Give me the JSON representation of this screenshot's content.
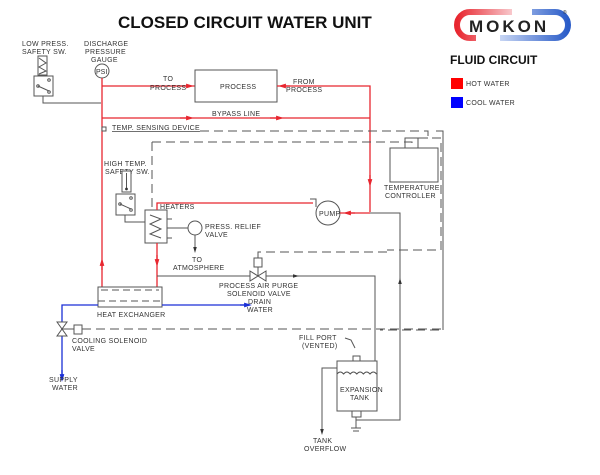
{
  "title": "CLOSED CIRCUIT WATER UNIT",
  "logo": {
    "text": "MOKON",
    "registered": "®",
    "colors": {
      "left": "#e8262f",
      "right": "#2a5cc8"
    }
  },
  "legend": {
    "title": "FLUID CIRCUIT",
    "items": [
      {
        "label": "HOT WATER",
        "color": "#ff0000"
      },
      {
        "label": "COOL WATER",
        "color": "#0000ff"
      }
    ]
  },
  "components": {
    "low_press_switch": [
      "LOW PRESS.",
      "SAFETY SW."
    ],
    "discharge_gauge": [
      "DISCHARGE",
      "PRESSURE",
      "GAUGE"
    ],
    "gauge_symbol": "PSI",
    "process": "PROCESS",
    "to_process": [
      "TO",
      "PROCESS"
    ],
    "from_process": [
      "FROM",
      "PROCESS"
    ],
    "bypass_line": "BYPASS LINE",
    "temp_sensing": "TEMP. SENSING DEVICE",
    "high_temp_switch": [
      "HIGH TEMP.",
      "SAFETY SW."
    ],
    "heaters": "HEATERS",
    "press_relief": [
      "PRESS. RELIEF",
      "VALVE"
    ],
    "to_atmosphere": [
      "TO",
      "ATMOSPHERE"
    ],
    "pump": "PUMP",
    "temp_controller": [
      "TEMPERATURE",
      "CONTROLLER"
    ],
    "air_purge": [
      "PROCESS AIR PURGE",
      "SOLENOID VALVE"
    ],
    "drain_water": [
      "DRAIN",
      "WATER"
    ],
    "heat_exchanger": "HEAT EXCHANGER",
    "cooling_solenoid": [
      "COOLING SOLENOID",
      "VALVE"
    ],
    "supply_water": [
      "SUPPLY",
      "WATER"
    ],
    "fill_port": [
      "FILL PORT",
      "(VENTED)"
    ],
    "expansion_tank": [
      "EXPANSION",
      "TANK"
    ],
    "tank_overflow": [
      "TANK",
      "OVERFLOW"
    ]
  }
}
